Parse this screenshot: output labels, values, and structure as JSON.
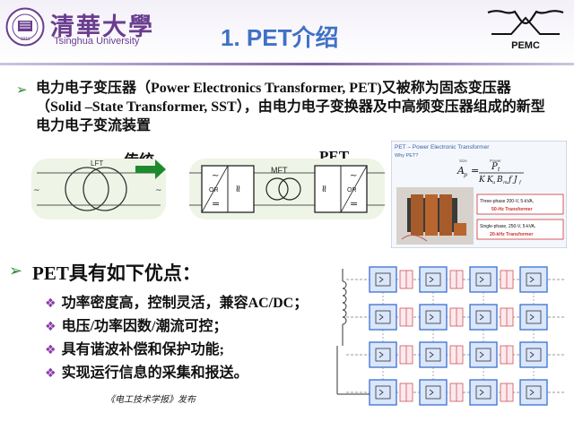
{
  "header": {
    "logo_cn": "清華大學",
    "logo_en": "Tsinghua University",
    "seal_text": [
      "1911",
      "TSINGHUA",
      "UNIVERSITY"
    ],
    "title": "1. PET介绍",
    "pemc_logo": "PEMC"
  },
  "bullet1": {
    "icon": "arrow-right-icon",
    "text": "电力电子变压器（Power Electronics Transformer, PET)又被称为固态变压器（Solid –State Transformer, SST），由电力电子变换器及中高频变压器组成的新型电力电子变流装置"
  },
  "diagram": {
    "label_traditional": "传统",
    "label_pet": "PET",
    "lft_label": "LFT",
    "mft_label": "MFT",
    "ac_symbol": "~",
    "dc_symbol": "=",
    "or_label": "OR"
  },
  "inset": {
    "title": "PET – Power Electronic Transformer",
    "question": "Why PET?",
    "eq_lhs": "A",
    "eq_lhs_sub": "p",
    "eq_num": "P",
    "eq_num_sub": "t",
    "eq_den": "K",
    "eq_den_rest": "K",
    "eq_den_rest_sub": "u",
    "eq_den_b": "B",
    "eq_den_b_sub": "m",
    "eq_den_j": "J",
    "eq_den_j_sub": "f",
    "box1_line1": "Three-phase 200-V, 5-kVA,",
    "box1_line2": "50-Hz Transformer",
    "box2_line1": "Single-phase, 250-V, 5-kVA,",
    "box2_line2": "20-kHz Transformer",
    "size_label": "Size",
    "power_label": "Power"
  },
  "bullet2": {
    "icon": "arrow-right-icon",
    "heading": "PET具有如下优点：",
    "items": [
      "功率密度高，控制灵活，兼容AC/DC；",
      "电压/功率因数/潮流可控；",
      "具有谐波补偿和保护功能;",
      "实现运行信息的采集和报送。"
    ],
    "item_icon": "diamond-bullet-icon"
  },
  "caption": "《电工技术学报》发布",
  "colors": {
    "title": "#3f71c6",
    "logo": "#6a3d8f",
    "arrow": "#2f8a3b",
    "diamond": "#8a3aa8",
    "module_border": "#3a6fd0",
    "module_fill": "#d9e6fb"
  }
}
